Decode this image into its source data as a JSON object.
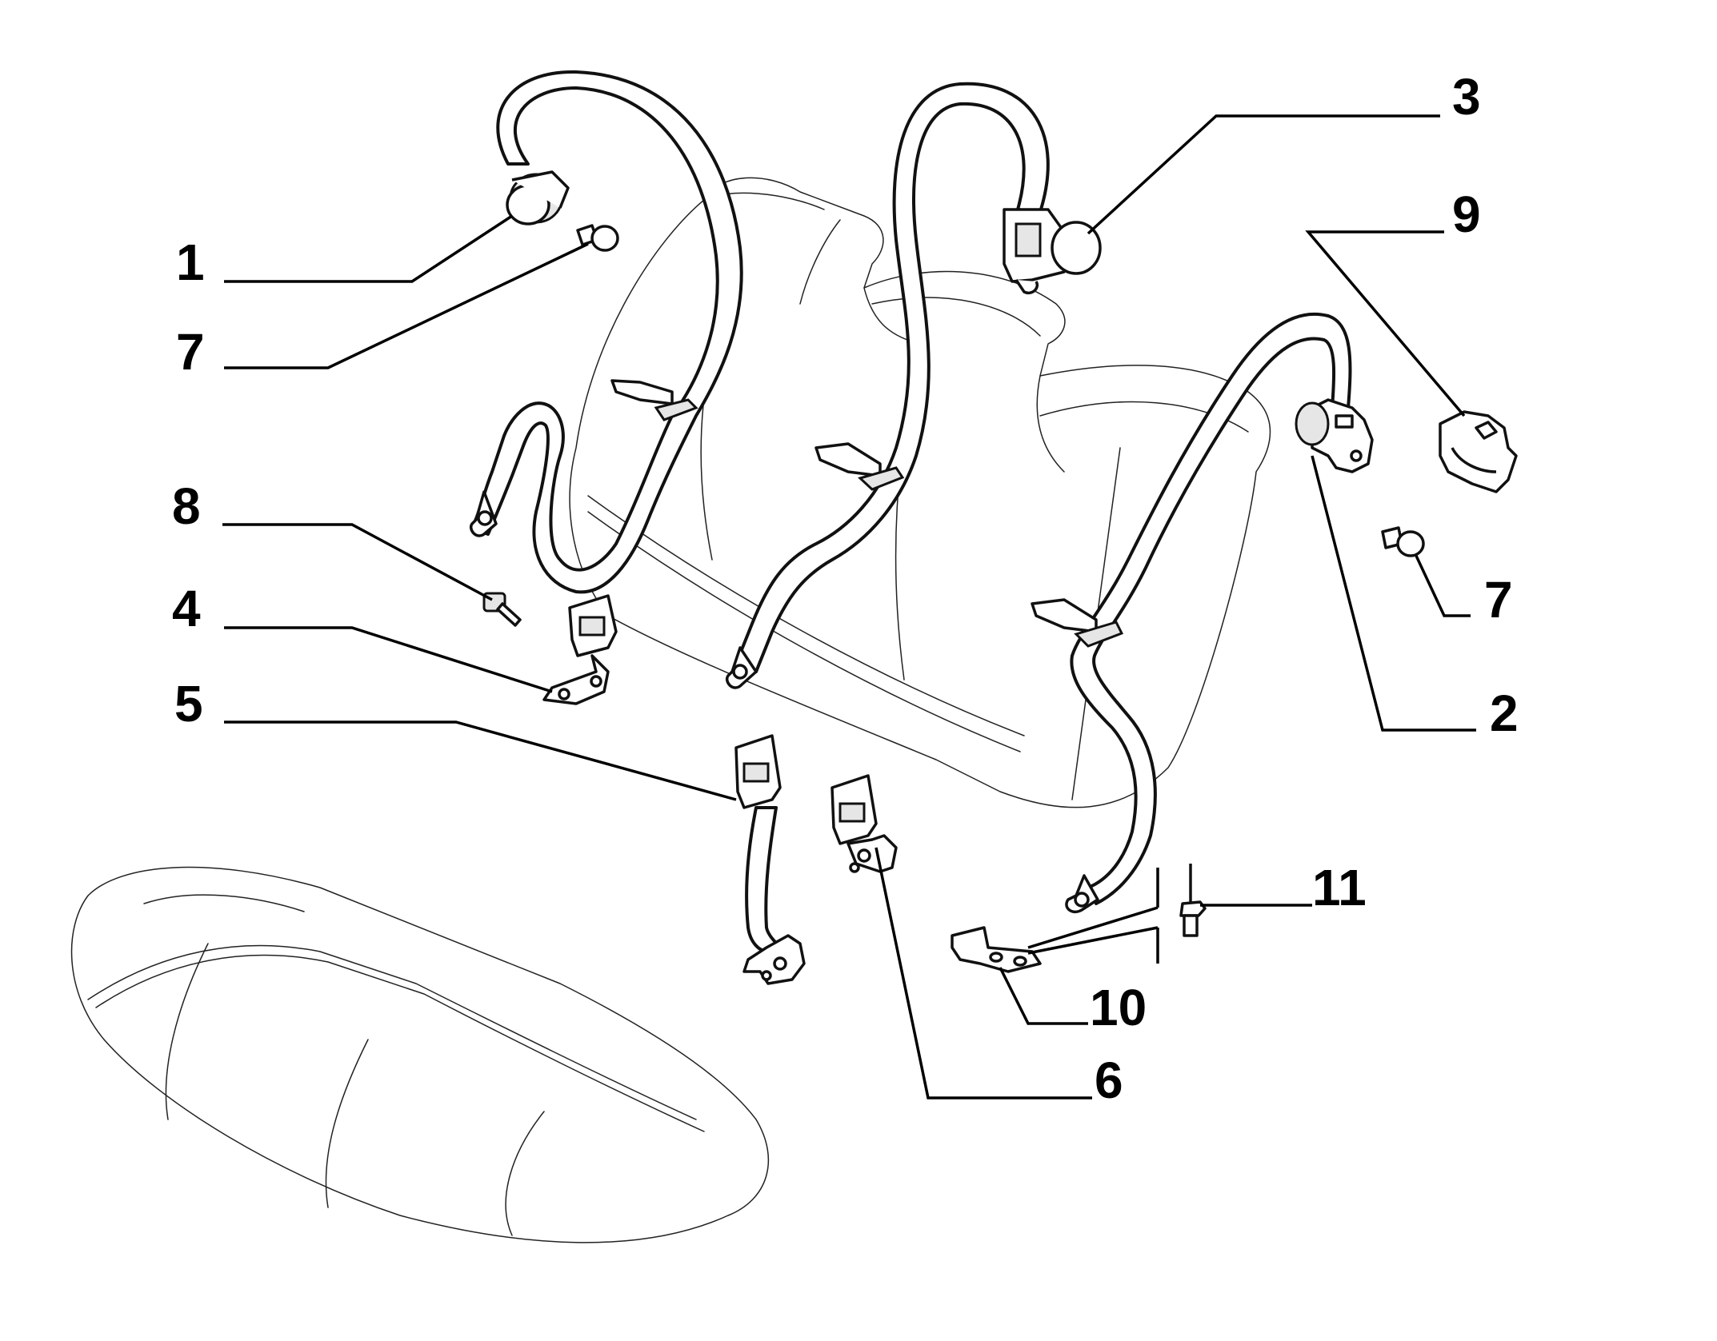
{
  "callouts": [
    {
      "id": "c1",
      "text": "1"
    },
    {
      "id": "c7a",
      "text": "7"
    },
    {
      "id": "c8",
      "text": "8"
    },
    {
      "id": "c4",
      "text": "4"
    },
    {
      "id": "c5",
      "text": "5"
    },
    {
      "id": "c3",
      "text": "3"
    },
    {
      "id": "c9",
      "text": "9"
    },
    {
      "id": "c7b",
      "text": "7"
    },
    {
      "id": "c2",
      "text": "2"
    },
    {
      "id": "c11",
      "text": "11"
    },
    {
      "id": "c10",
      "text": "10"
    },
    {
      "id": "c6",
      "text": "6"
    }
  ],
  "colors": {
    "line": "#111111",
    "background": "#ffffff",
    "part_shade": "#e6e6e6"
  }
}
